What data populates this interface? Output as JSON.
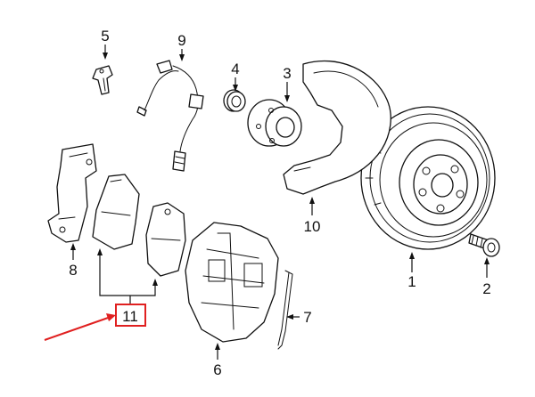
{
  "callouts": {
    "c1": "1",
    "c2": "2",
    "c3": "3",
    "c4": "4",
    "c5": "5",
    "c6": "6",
    "c7": "7",
    "c8": "8",
    "c9": "9",
    "c10": "10",
    "c11": "11"
  },
  "colors": {
    "highlight": "#e02020",
    "line": "#111111",
    "background": "#ffffff"
  }
}
